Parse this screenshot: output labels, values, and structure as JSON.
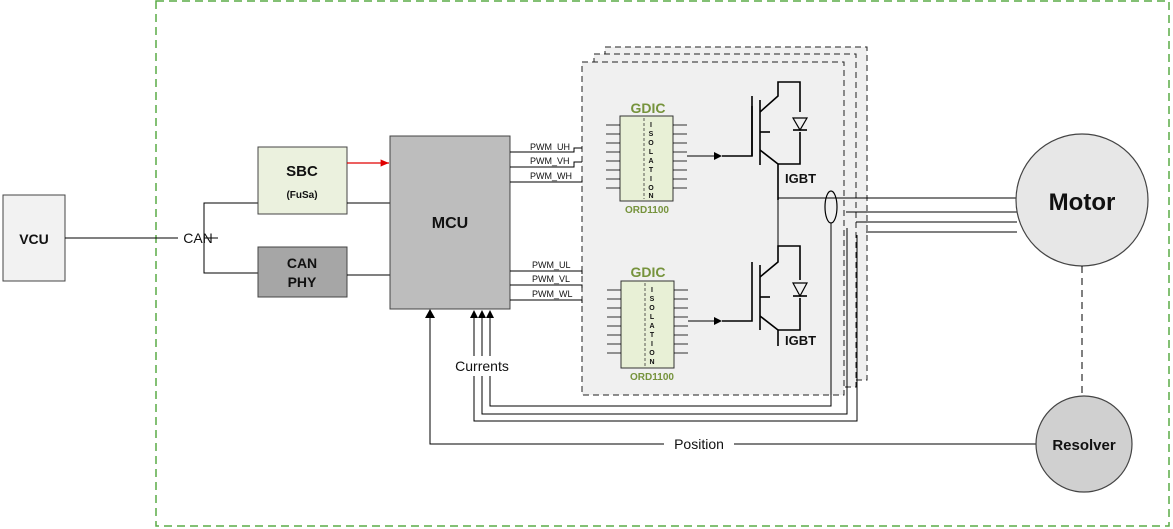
{
  "blocks": {
    "vcu": "VCU",
    "can": "CAN",
    "sbc": "SBC",
    "fusa": "(FuSa)",
    "can_phy_1": "CAN",
    "can_phy_2": "PHY",
    "mcu": "MCU",
    "motor": "Motor",
    "resolver": "Resolver",
    "currents": "Currents",
    "position": "Position"
  },
  "signals_high": [
    "PWM_UH",
    "PWM_VH",
    "PWM_WH"
  ],
  "signals_low": [
    "PWM_UL",
    "PWM_VL",
    "PWM_WL"
  ],
  "gdic_title": "GDIC",
  "gdic_part": "ORD1100",
  "isolation_letters": [
    "I",
    "S",
    "O",
    "L",
    "A",
    "T",
    "I",
    "O",
    "N"
  ],
  "igbt": "IGBT",
  "colors": {
    "boundary": "#5aab46",
    "mcu_fill": "#bdbdbd",
    "sbc_fill": "#ebf1de",
    "phy_fill": "#a6a6a6",
    "gdic_fill": "#e8f0d6",
    "gdic_text": "#76933c",
    "motor_fill": "#e7e7e7",
    "resolver_fill": "#d0d0d0",
    "arrow_red": "#e00000"
  }
}
